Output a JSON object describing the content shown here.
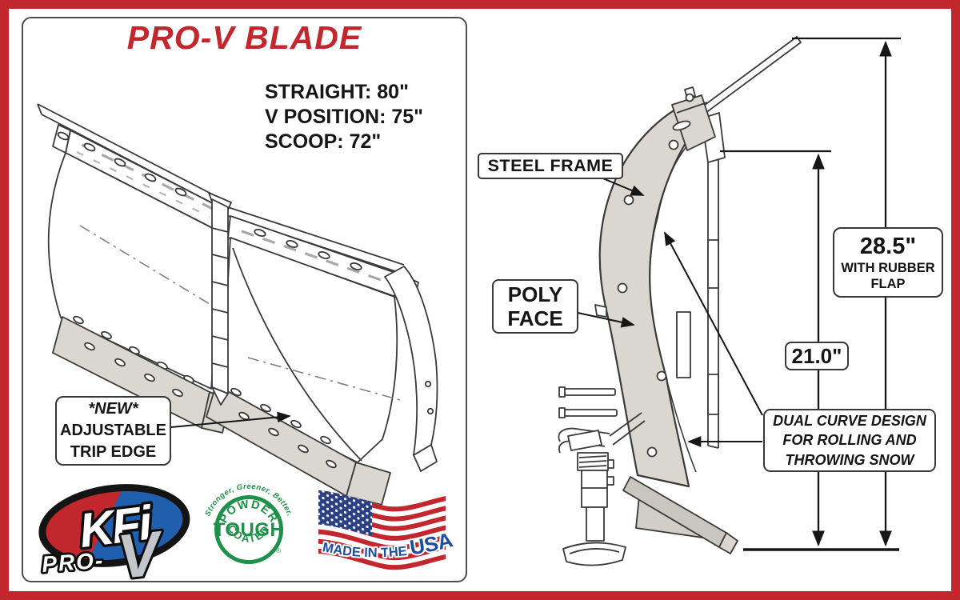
{
  "left_panel": {
    "title": "PRO-V BLADE",
    "specs": [
      "STRAIGHT: 80\"",
      "V POSITION: 75\"",
      "SCOOP: 72\""
    ],
    "trip_edge_callout": [
      "*NEW*",
      "ADJUSTABLE",
      "TRIP EDGE"
    ]
  },
  "right_diagram": {
    "steel_frame_label": "STEEL FRAME",
    "poly_face_label": [
      "POLY",
      "FACE"
    ],
    "height_with_flap": {
      "value": "28.5\"",
      "caption": [
        "WITH RUBBER",
        "FLAP"
      ]
    },
    "blade_height": {
      "value": "21.0\""
    },
    "dual_curve_note": [
      "DUAL CURVE DESIGN",
      "FOR ROLLING AND",
      "THROWING SNOW"
    ]
  },
  "logos": {
    "kfi": {
      "name": "KFi",
      "series": "PRO-",
      "v_mark": "V"
    },
    "powder_coat": {
      "tagline": "Stronger, Greener, Better.",
      "arc_top": "POWDER",
      "center": "TOUGH",
      "arc_bottom": "COATED",
      "registered": "®"
    },
    "made_in_usa": {
      "prefix": "MADE IN THE ",
      "suffix": "USA"
    }
  },
  "colors": {
    "accent_red": "#c1272d",
    "powder_green": "#1d9147",
    "flag_navy": "#2b3f85",
    "usa_text_blue": "#1c4da0",
    "steel_gray_fill": "#d9d7cf"
  }
}
